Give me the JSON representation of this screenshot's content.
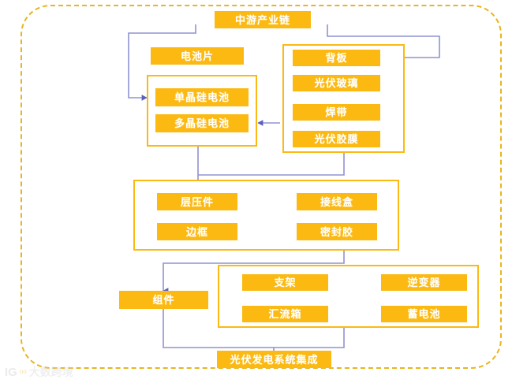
{
  "diagram": {
    "title": "中游产业链",
    "colors": {
      "node_fill": "#fbb912",
      "node_text": "#ffffff",
      "group_border": "#fbb912",
      "frame_dashed": "#e8b51e",
      "connector_line": "#8f93d1",
      "connector_arrow": "#5a5fc0",
      "canvas": "#ffffff"
    },
    "title_node": {
      "label": "中游产业链"
    },
    "cell_section": {
      "header": {
        "label": "电池片"
      },
      "items": [
        {
          "label": "单晶硅电池"
        },
        {
          "label": "多晶硅电池"
        }
      ]
    },
    "materials_section": {
      "items": [
        {
          "label": "背板"
        },
        {
          "label": "光伏玻璃"
        },
        {
          "label": "焊带"
        },
        {
          "label": "光伏胶膜"
        }
      ]
    },
    "components_section": {
      "items": [
        {
          "label": "层压件"
        },
        {
          "label": "接线盒"
        },
        {
          "label": "边框"
        },
        {
          "label": "密封胶"
        }
      ]
    },
    "module_node": {
      "label": "组件"
    },
    "bos_section": {
      "items": [
        {
          "label": "支架"
        },
        {
          "label": "逆变器"
        },
        {
          "label": "汇流箱"
        },
        {
          "label": "蓄电池"
        }
      ]
    },
    "system_node": {
      "label": "光伏发电系统集成"
    },
    "watermark": {
      "mark": "IG",
      "dot": "oo",
      "text": "大数跨境"
    }
  }
}
